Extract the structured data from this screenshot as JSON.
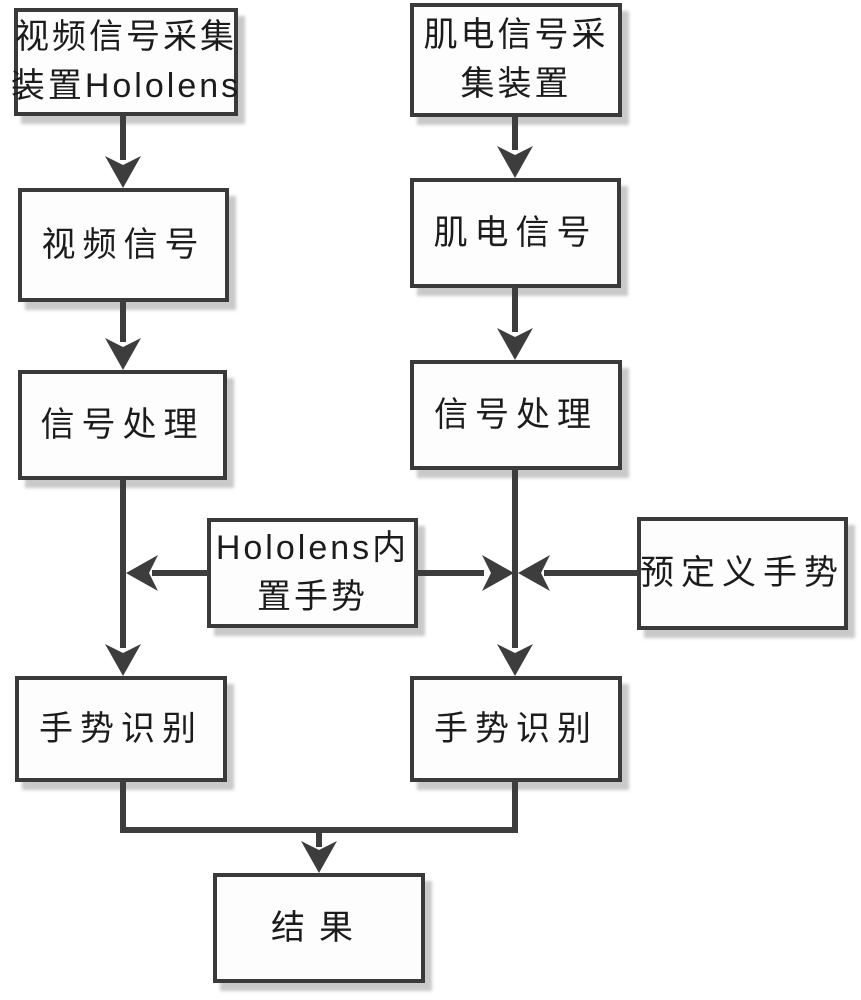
{
  "diagram": {
    "type": "flowchart",
    "subject": "multimodal gesture recognition pipeline (video + EMG)",
    "background": "#ffffff",
    "colors": {
      "connector_line": "#3d3d3d",
      "box_border": "#3a3a3a",
      "box_fill": "#fdfdfd",
      "text": "#1c1c1c",
      "box_shadow": "#c8c8c8"
    },
    "nodes": {
      "video_capture": {
        "line1": "视频信号采集",
        "line2": "装置Hololens"
      },
      "emg_capture": {
        "line1": "肌电信号采",
        "line2": "集装置"
      },
      "video_signal": {
        "label": "视频信号"
      },
      "emg_signal": {
        "label": "肌电信号"
      },
      "video_processing": {
        "label": "信号处理"
      },
      "emg_processing": {
        "label": "信号处理"
      },
      "hololens_builtin": {
        "line1": "Hololens内",
        "line2": "置手势"
      },
      "predefined": {
        "label": "预定义手势"
      },
      "video_recognition": {
        "label": "手势识别"
      },
      "emg_recognition": {
        "label": "手势识别"
      },
      "result": {
        "label": "结果"
      }
    },
    "edges": [
      {
        "from": "video_capture",
        "to": "video_signal",
        "style": "arrow-down"
      },
      {
        "from": "emg_capture",
        "to": "emg_signal",
        "style": "arrow-down"
      },
      {
        "from": "video_signal",
        "to": "video_processing",
        "style": "arrow-down"
      },
      {
        "from": "emg_signal",
        "to": "emg_processing",
        "style": "arrow-down"
      },
      {
        "from": "video_processing",
        "to": "video_recognition",
        "style": "arrow-down"
      },
      {
        "from": "emg_processing",
        "to": "emg_recognition",
        "style": "arrow-down"
      },
      {
        "from": "hololens_builtin",
        "to": "video-pipeline",
        "style": "arrow-left"
      },
      {
        "from": "hololens_builtin",
        "to": "emg-pipeline",
        "style": "arrow-right"
      },
      {
        "from": "predefined",
        "to": "emg-pipeline",
        "style": "arrow-left"
      },
      {
        "from": "video_recognition",
        "to": "result",
        "style": "merge-arrow-down"
      },
      {
        "from": "emg_recognition",
        "to": "result",
        "style": "merge-arrow-down"
      }
    ]
  }
}
